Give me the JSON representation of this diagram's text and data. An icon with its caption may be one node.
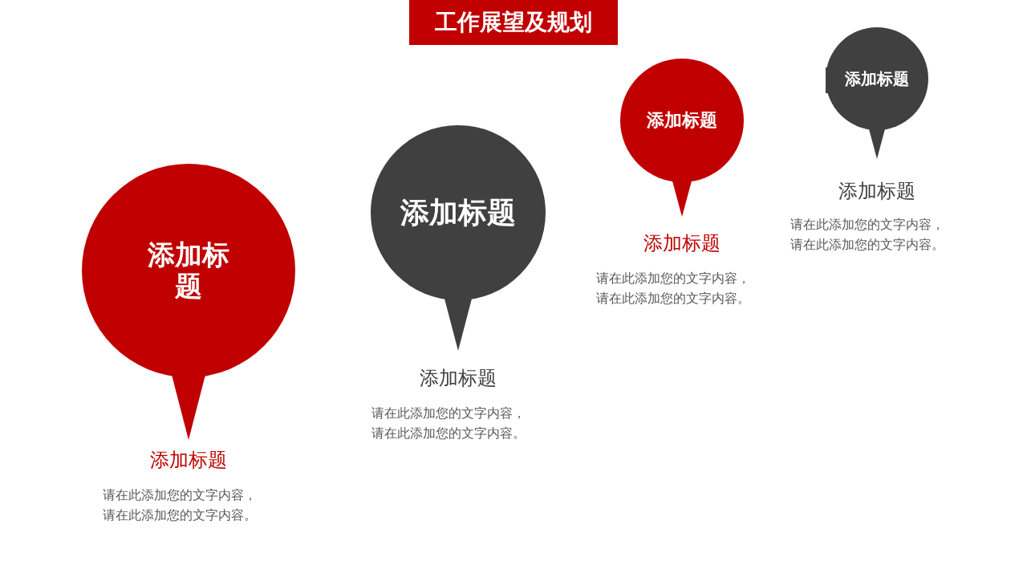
{
  "diagram": {
    "title": "工作展望及规划",
    "nodes": [
      {
        "text": [
          "添加标题"
        ],
        "beside": [
          "添加标题",
          "请在此添加您的文字内容，请在此添加您的文字内容。"
        ]
      },
      {
        "text": [
          "添加标题"
        ],
        "beside": [
          "添加标题",
          "请在此添加您的文字内容，请在此添加您的文字内容。"
        ]
      },
      {
        "text": [
          "添加标题"
        ],
        "beside": [
          "添加标题",
          "请在此添加您的文字内容，请在此添加您的文字内容。"
        ]
      },
      {
        "text": [
          "添加标题"
        ],
        "beside": [
          "添加标题",
          "请在此添加您的文字内容，请在此添加您的文字内容。"
        ]
      }
    ]
  }
}
